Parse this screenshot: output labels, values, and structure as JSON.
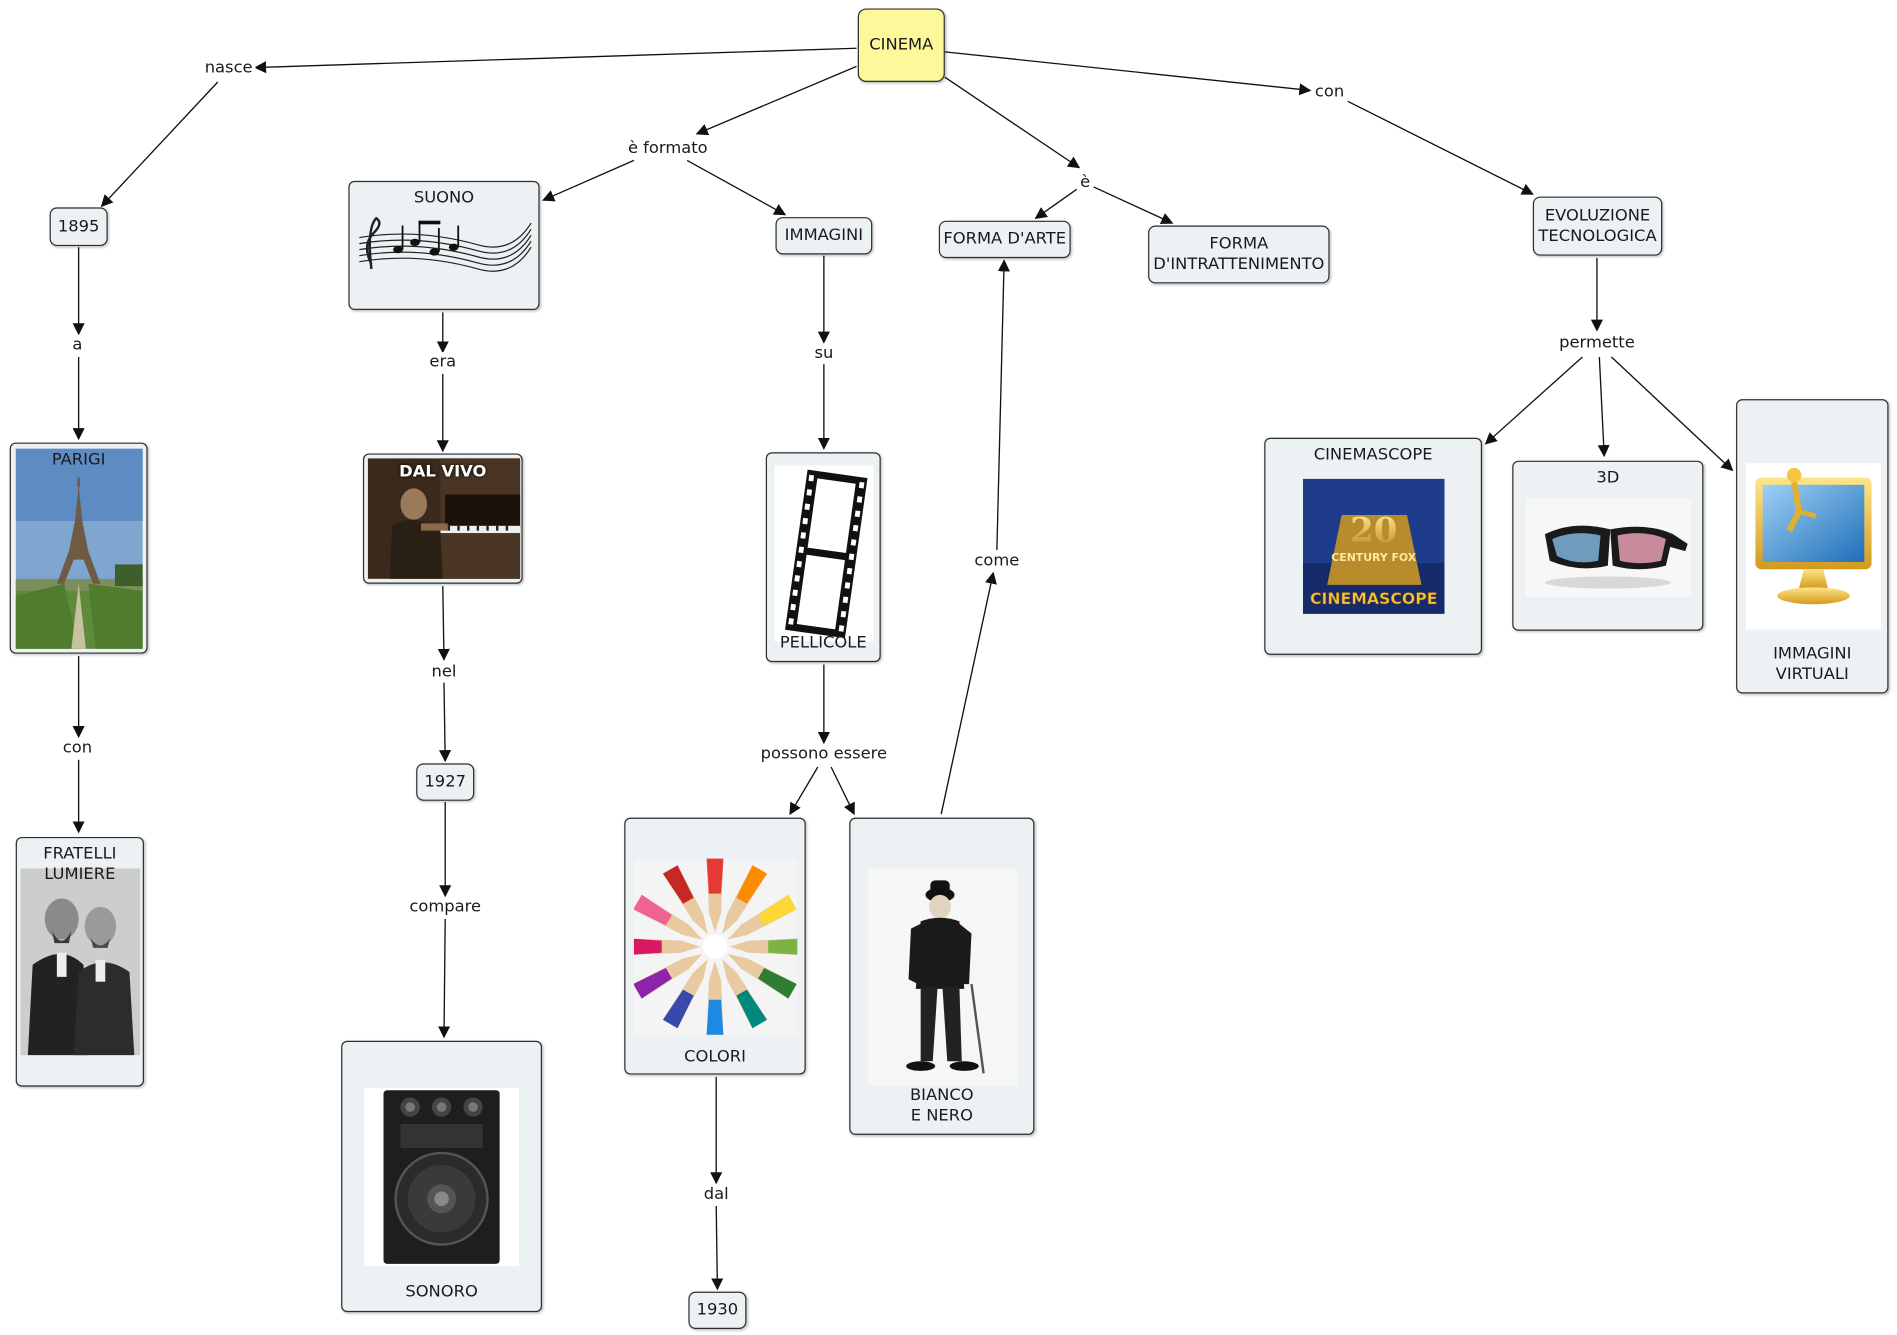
{
  "nodes": {
    "cinema": "CINEMA",
    "y1895": "1895",
    "parigi": "PARIGI",
    "lumiere": "FRATELLI\nLUMIERE",
    "suono": "SUONO",
    "dalvivo": "DAL VIVO",
    "y1927": "1927",
    "sonoro": "SONORO",
    "immagini": "IMMAGINI",
    "pellicole": "PELLICOLE",
    "colori": "COLORI",
    "y1930": "1930",
    "bianco": "BIANCO\nE NERO",
    "forma_arte": "FORMA D'ARTE",
    "forma_intr": "FORMA\nD'INTRATTENIMENTO",
    "evoluzione": "EVOLUZIONE\nTECNOLOGICA",
    "cinemascope": "CINEMASCOPE",
    "tred": "3D",
    "virtuali": "IMMAGINI\nVIRTUALI"
  },
  "links": {
    "nasce": "nasce",
    "formato": "è formato",
    "e": "è",
    "con_top": "con",
    "a": "a",
    "con_left": "con",
    "era": "era",
    "nel": "nel",
    "compare": "compare",
    "su": "su",
    "possono": "possono essere",
    "dal": "dal",
    "come": "come",
    "permette": "permette"
  },
  "images": {
    "cinemascope_logo_line1": "20",
    "cinemascope_logo_line2": "CENTURY FOX",
    "cinemascope_logo_line3": "CINEMASCOPE"
  }
}
